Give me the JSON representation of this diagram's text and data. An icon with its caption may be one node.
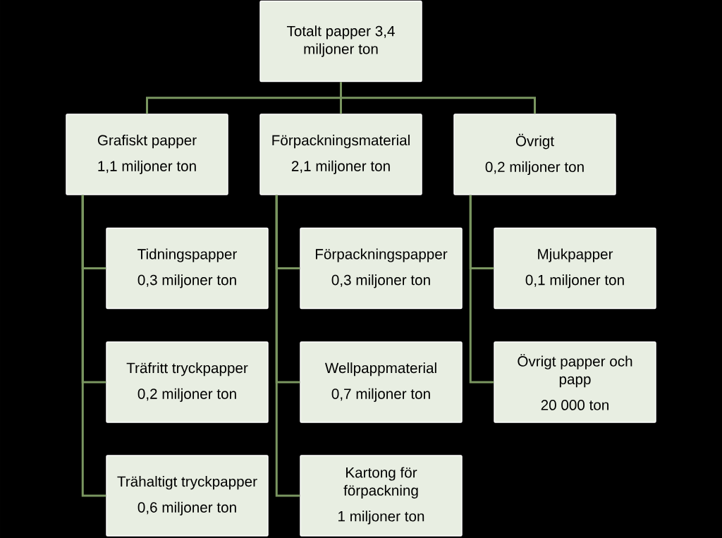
{
  "diagram": {
    "nodes": [
      {
        "text": [
          "Totalt papper 3,4 miljoner ton"
        ]
      },
      {
        "text": [
          "Grafiskt papper",
          "1,1 miljoner ton"
        ]
      },
      {
        "text": [
          "Förpackningsmaterial",
          "2,1 miljoner ton"
        ]
      },
      {
        "text": [
          "Övrigt",
          "0,2 miljoner ton"
        ]
      },
      {
        "text": [
          "Tidningspapper",
          "0,3 miljoner ton"
        ]
      },
      {
        "text": [
          "Träfritt tryckpapper",
          "0,2 miljoner ton"
        ]
      },
      {
        "text": [
          "Trähaltigt tryckpapper",
          "0,6 miljoner ton"
        ]
      },
      {
        "text": [
          "Förpackningspapper",
          "0,3 miljoner ton"
        ]
      },
      {
        "text": [
          "Wellpappmaterial",
          "0,7 miljoner ton"
        ]
      },
      {
        "text": [
          "Kartong för förpackning",
          "1 miljoner ton"
        ]
      },
      {
        "text": [
          "Mjukpapper",
          "0,1 miljoner ton"
        ]
      },
      {
        "text": [
          "Övrigt papper och papp",
          "20 000 ton"
        ]
      }
    ],
    "edges": [
      {
        "from": 0,
        "to": 1,
        "arrow": "none"
      },
      {
        "from": 0,
        "to": 2,
        "arrow": "none"
      },
      {
        "from": 0,
        "to": 3,
        "arrow": "none"
      },
      {
        "from": 1,
        "to": 4,
        "arrow": "none"
      },
      {
        "from": 1,
        "to": 5,
        "arrow": "none"
      },
      {
        "from": 1,
        "to": 6,
        "arrow": "none"
      },
      {
        "from": 2,
        "to": 7,
        "arrow": "none"
      },
      {
        "from": 2,
        "to": 8,
        "arrow": "none"
      },
      {
        "from": 2,
        "to": 9,
        "arrow": "none"
      },
      {
        "from": 3,
        "to": 10,
        "arrow": "none"
      },
      {
        "from": 3,
        "to": 11,
        "arrow": "none"
      }
    ]
  }
}
